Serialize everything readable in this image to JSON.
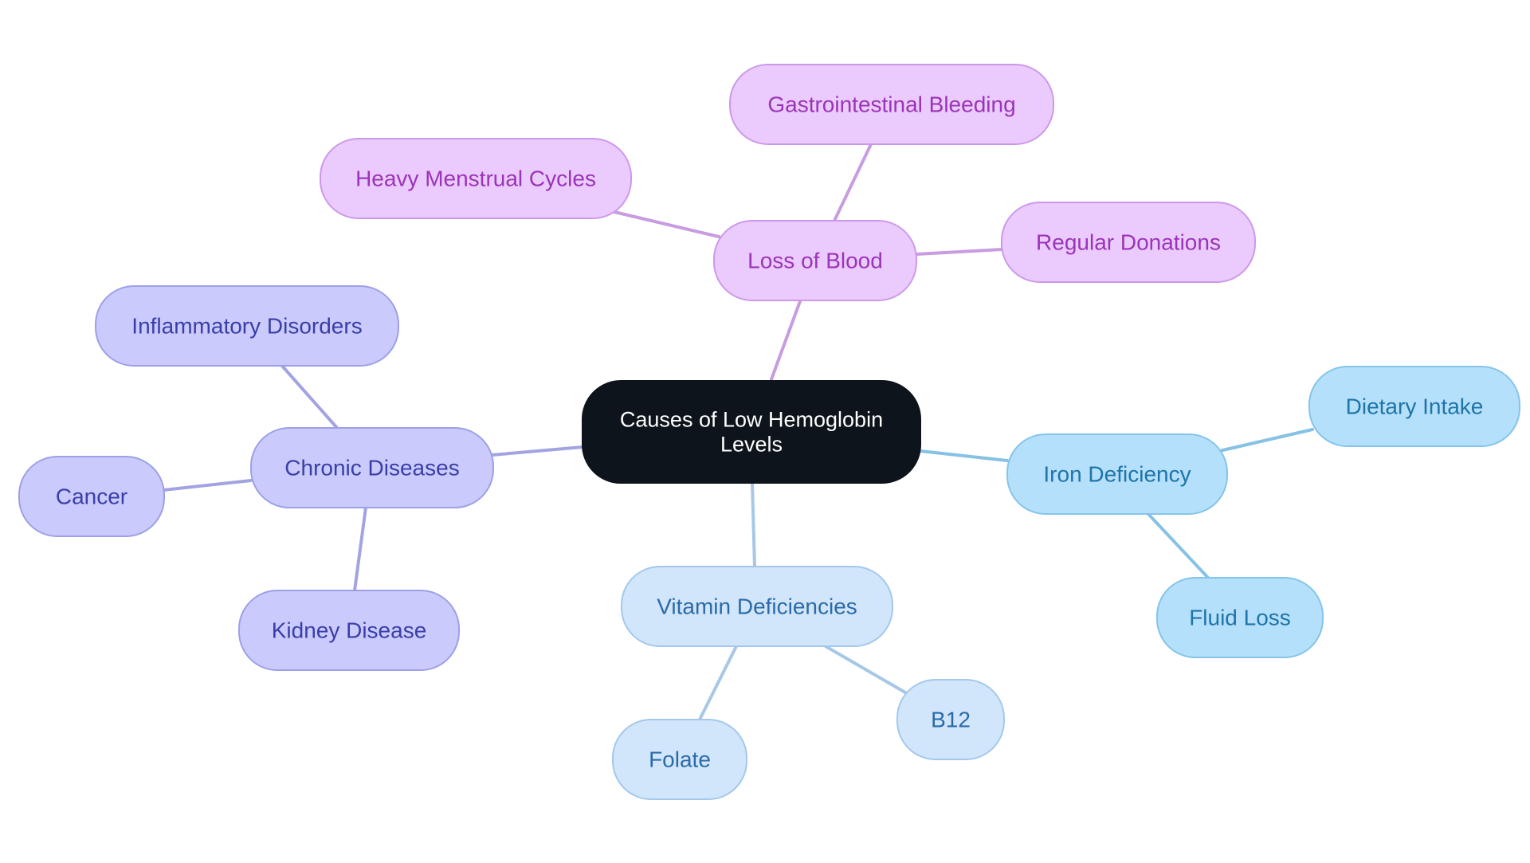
{
  "mindmap": {
    "root": {
      "lines": [
        "Causes of Low Hemoglobin",
        "Levels"
      ]
    },
    "branches": [
      {
        "id": "loss-of-blood",
        "label": "Loss of Blood",
        "palette": {
          "fill": "#ebcafd",
          "stroke": "#cc99ea",
          "text": "#9a34b8",
          "line": "#c89ce0"
        },
        "children": [
          {
            "id": "heavy-menstrual-cycles",
            "label": "Heavy Menstrual Cycles"
          },
          {
            "id": "gastrointestinal-bleeding",
            "label": "Gastrointestinal Bleeding"
          },
          {
            "id": "regular-donations",
            "label": "Regular Donations"
          }
        ]
      },
      {
        "id": "chronic-diseases",
        "label": "Chronic Diseases",
        "palette": {
          "fill": "#cacbfc",
          "stroke": "#9d9fe8",
          "text": "#3a3ea8",
          "line": "#a2a4e2"
        },
        "children": [
          {
            "id": "inflammatory-disorders",
            "label": "Inflammatory Disorders"
          },
          {
            "id": "cancer",
            "label": "Cancer"
          },
          {
            "id": "kidney-disease",
            "label": "Kidney Disease"
          }
        ]
      },
      {
        "id": "vitamin-deficiencies",
        "label": "Vitamin Deficiencies",
        "palette": {
          "fill": "#d1e6fb",
          "stroke": "#a3c8ec",
          "text": "#2b6aa8",
          "line": "#a6c8e6"
        },
        "children": [
          {
            "id": "folate",
            "label": "Folate"
          },
          {
            "id": "b12",
            "label": "B12"
          }
        ]
      },
      {
        "id": "iron-deficiency",
        "label": "Iron Deficiency",
        "palette": {
          "fill": "#b5e0fb",
          "stroke": "#84c4ea",
          "text": "#1f74a8",
          "line": "#86c2e4"
        },
        "children": [
          {
            "id": "dietary-intake",
            "label": "Dietary Intake"
          },
          {
            "id": "fluid-loss",
            "label": "Fluid Loss"
          }
        ]
      }
    ],
    "root_palette": {
      "fill": "#0d141b",
      "stroke": "#0d141b",
      "text": "#ffffff"
    }
  }
}
